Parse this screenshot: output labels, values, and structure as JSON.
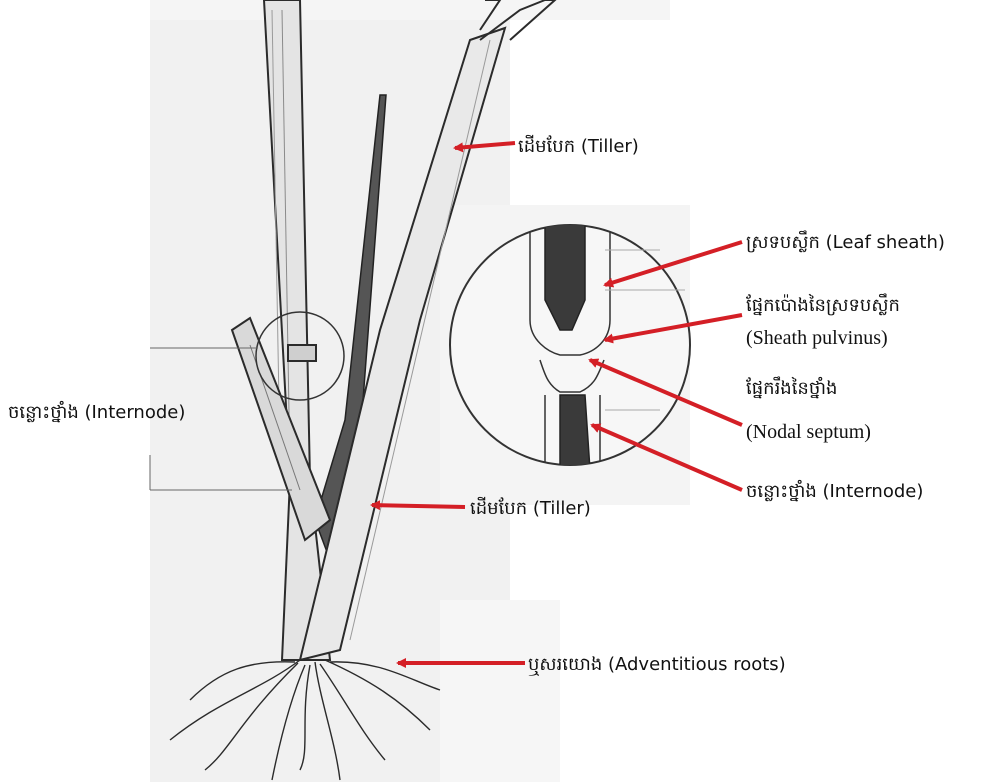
{
  "colors": {
    "arrow": "#d41f26",
    "ink": "#2b2b2b",
    "paper": "#f3f3f3"
  },
  "labels": {
    "tiller_top": "ដើមបែក (Tiller)",
    "leaf_sheath": "ស្រទបស្លឹក (Leaf sheath)",
    "sheath_pulvinus_km": "ផ្នែកប៉ោងនៃស្រទបស្លឹក",
    "sheath_pulvinus_en": "(Sheath pulvinus)",
    "nodal_septum_km": "ផ្នែករឹងនៃថ្នាំង",
    "nodal_septum_en": "(Nodal septum)",
    "internode_right": "ចន្លោះថ្នាំង (Internode)",
    "internode_left": "ចន្លោះថ្នាំង (Internode)",
    "tiller_mid": "ដើមបែក (Tiller)",
    "adventitious_roots": "ឬសរយោង (Adventitious roots)"
  }
}
